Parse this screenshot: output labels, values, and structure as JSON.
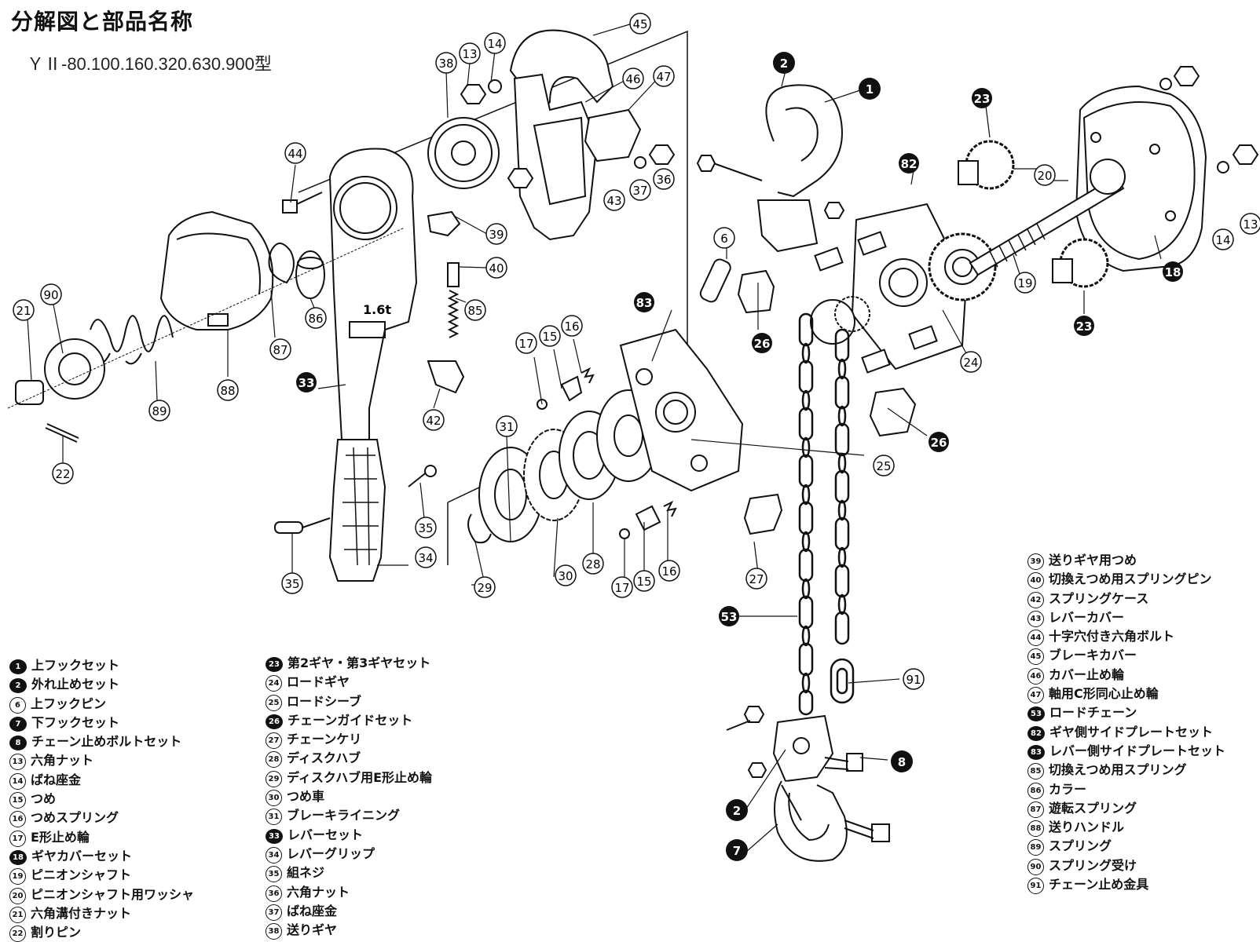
{
  "title": "分解図と部品名称",
  "model": "ＹⅡ-80.100.160.320.630.900型",
  "lever_marking": "1.6t",
  "callouts": [
    "1",
    "2",
    "6",
    "7",
    "8",
    "13",
    "14",
    "15",
    "16",
    "17",
    "18",
    "19",
    "20",
    "21",
    "22",
    "23",
    "24",
    "25",
    "26",
    "27",
    "28",
    "29",
    "30",
    "31",
    "33",
    "34",
    "35",
    "36",
    "37",
    "38",
    "39",
    "40",
    "42",
    "43",
    "44",
    "45",
    "46",
    "47",
    "53",
    "82",
    "83",
    "85",
    "86",
    "87",
    "88",
    "89",
    "90",
    "91"
  ],
  "legend_col1": [
    {
      "num": "1",
      "filled": true,
      "name": "上フックセット"
    },
    {
      "num": "2",
      "filled": true,
      "name": "外れ止めセット"
    },
    {
      "num": "6",
      "filled": false,
      "name": "上フックピン"
    },
    {
      "num": "7",
      "filled": true,
      "name": "下フックセット"
    },
    {
      "num": "8",
      "filled": true,
      "name": "チェーン止めボルトセット"
    },
    {
      "num": "13",
      "filled": false,
      "name": "六角ナット"
    },
    {
      "num": "14",
      "filled": false,
      "name": "ばね座金"
    },
    {
      "num": "15",
      "filled": false,
      "name": "つめ"
    },
    {
      "num": "16",
      "filled": false,
      "name": "つめスプリング"
    },
    {
      "num": "17",
      "filled": false,
      "name": "E形止め輪"
    },
    {
      "num": "18",
      "filled": true,
      "name": "ギヤカバーセット"
    },
    {
      "num": "19",
      "filled": false,
      "name": "ピニオンシャフト"
    },
    {
      "num": "20",
      "filled": false,
      "name": "ピニオンシャフト用ワッシャ"
    },
    {
      "num": "21",
      "filled": false,
      "name": "六角溝付きナット"
    },
    {
      "num": "22",
      "filled": false,
      "name": "割りピン"
    }
  ],
  "legend_col2": [
    {
      "num": "23",
      "filled": true,
      "name": "第2ギヤ・第3ギヤセット"
    },
    {
      "num": "24",
      "filled": false,
      "name": "ロードギヤ"
    },
    {
      "num": "25",
      "filled": false,
      "name": "ロードシーブ"
    },
    {
      "num": "26",
      "filled": true,
      "name": "チェーンガイドセット"
    },
    {
      "num": "27",
      "filled": false,
      "name": "チェーンケリ"
    },
    {
      "num": "28",
      "filled": false,
      "name": "ディスクハブ"
    },
    {
      "num": "29",
      "filled": false,
      "name": "ディスクハブ用E形止め輪"
    },
    {
      "num": "30",
      "filled": false,
      "name": "つめ車"
    },
    {
      "num": "31",
      "filled": false,
      "name": "ブレーキライニング"
    },
    {
      "num": "33",
      "filled": true,
      "name": "レバーセット"
    },
    {
      "num": "34",
      "filled": false,
      "name": "レバーグリップ"
    },
    {
      "num": "35",
      "filled": false,
      "name": "組ネジ"
    },
    {
      "num": "36",
      "filled": false,
      "name": "六角ナット"
    },
    {
      "num": "37",
      "filled": false,
      "name": "ばね座金"
    },
    {
      "num": "38",
      "filled": false,
      "name": "送りギヤ"
    }
  ],
  "legend_col3": [
    {
      "num": "39",
      "filled": false,
      "name": "送りギヤ用つめ"
    },
    {
      "num": "40",
      "filled": false,
      "name": "切換えつめ用スプリングピン"
    },
    {
      "num": "42",
      "filled": false,
      "name": "スプリングケース"
    },
    {
      "num": "43",
      "filled": false,
      "name": "レバーカバー"
    },
    {
      "num": "44",
      "filled": false,
      "name": "十字穴付き六角ボルト"
    },
    {
      "num": "45",
      "filled": false,
      "name": "ブレーキカバー"
    },
    {
      "num": "46",
      "filled": false,
      "name": "カバー止め輪"
    },
    {
      "num": "47",
      "filled": false,
      "name": "軸用C形同心止め輪"
    },
    {
      "num": "53",
      "filled": true,
      "name": "ロードチェーン"
    },
    {
      "num": "82",
      "filled": true,
      "name": "ギヤ側サイドプレートセット"
    },
    {
      "num": "83",
      "filled": true,
      "name": "レバー側サイドプレートセット"
    },
    {
      "num": "85",
      "filled": false,
      "name": "切換えつめ用スプリング"
    },
    {
      "num": "86",
      "filled": false,
      "name": "カラー"
    },
    {
      "num": "87",
      "filled": false,
      "name": "遊転スプリング"
    },
    {
      "num": "88",
      "filled": false,
      "name": "送りハンドル"
    },
    {
      "num": "89",
      "filled": false,
      "name": "スプリング"
    },
    {
      "num": "90",
      "filled": false,
      "name": "スプリング受け"
    },
    {
      "num": "91",
      "filled": false,
      "name": "チェーン止め金具"
    }
  ]
}
